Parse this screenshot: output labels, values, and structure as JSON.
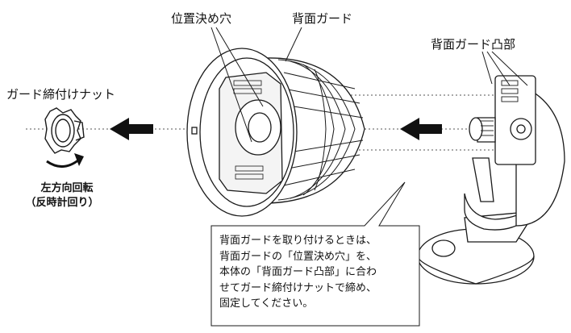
{
  "labels": {
    "positioning_hole": "位置決め穴",
    "rear_guard": "背面ガード",
    "rear_guard_tab": "背面ガード凸部",
    "guard_nut": "ガード締付けナット",
    "rotate_left_1": "左方向回転",
    "rotate_left_2": "（反時計回り）"
  },
  "callout": {
    "lines": [
      "背面ガードを取り付けるときは、",
      "背面ガードの「位置決め穴」を、",
      "本体の「背面ガード凸部」に合わ",
      "せてガード締付けナットで締め、",
      "固定してください。"
    ]
  },
  "colors": {
    "line": "#1a1a1a",
    "dotted": "#555555",
    "fill": "#ffffff"
  }
}
